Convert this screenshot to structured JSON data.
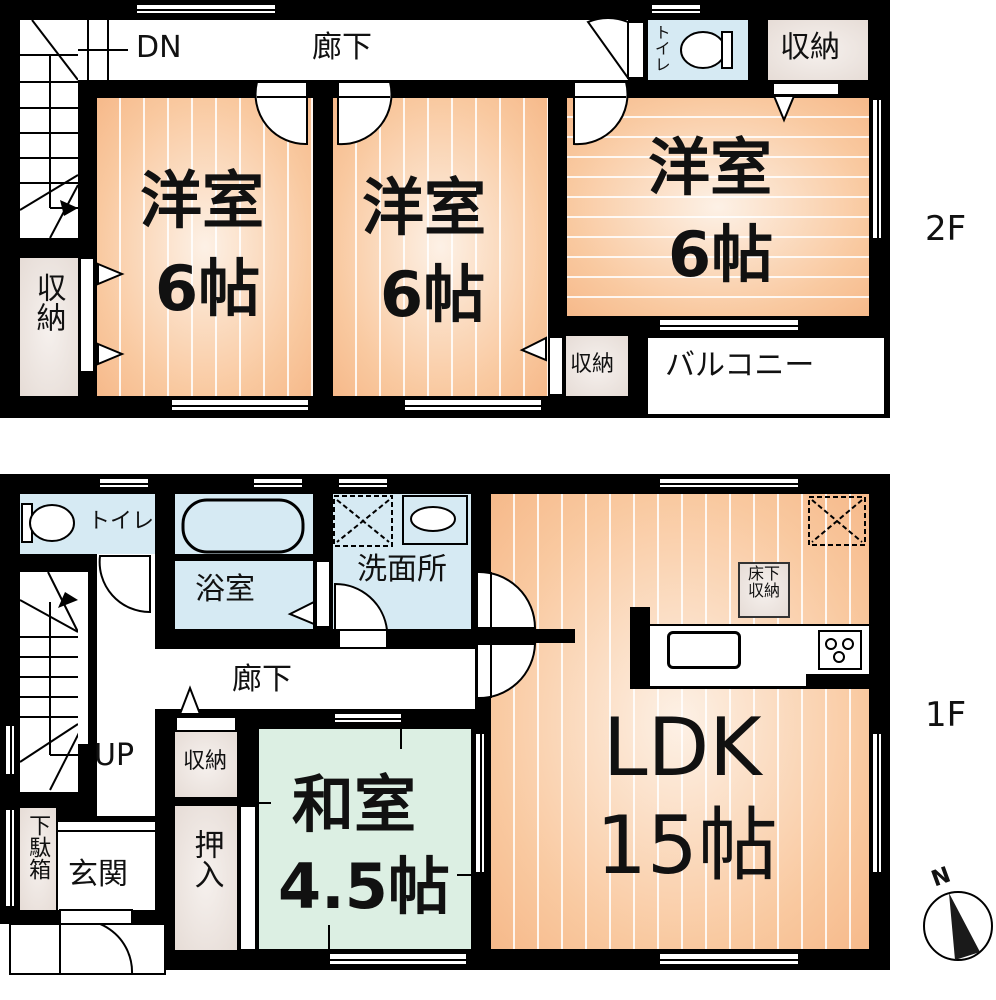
{
  "floors": {
    "second": {
      "label": "2F",
      "rooms": {
        "hallway": "廊下",
        "stairs_dn": "DN",
        "toilet": "トイレ",
        "storage_top": "収納",
        "bedroom_left": {
          "name": "洋室",
          "size": "6帖"
        },
        "bedroom_center": {
          "name": "洋室",
          "size": "6帖"
        },
        "bedroom_right": {
          "name": "洋室",
          "size": "6帖"
        },
        "storage_left": "収納",
        "storage_small": "収納",
        "balcony": "バルコニー"
      }
    },
    "first": {
      "label": "1F",
      "rooms": {
        "toilet": "トイレ",
        "bathroom": "浴室",
        "washroom": "洗面所",
        "hallway": "廊下",
        "stairs_up": "UP",
        "storage": "収納",
        "shoe_cabinet": "下駄箱",
        "entrance": "玄関",
        "closet": "押入",
        "japanese_room": {
          "name": "和室",
          "size": "4.5帖"
        },
        "ldk": {
          "name": "LDK",
          "size": "15帖"
        },
        "underfloor_storage": "床下収納"
      }
    }
  },
  "compass": {
    "label": "N"
  },
  "colors": {
    "wall": "#000000",
    "wood_floor": "#f9c9a0",
    "wet_area": "#d6eaf3",
    "tatami": "#dcefe3",
    "storage": "#e6dcd6"
  }
}
